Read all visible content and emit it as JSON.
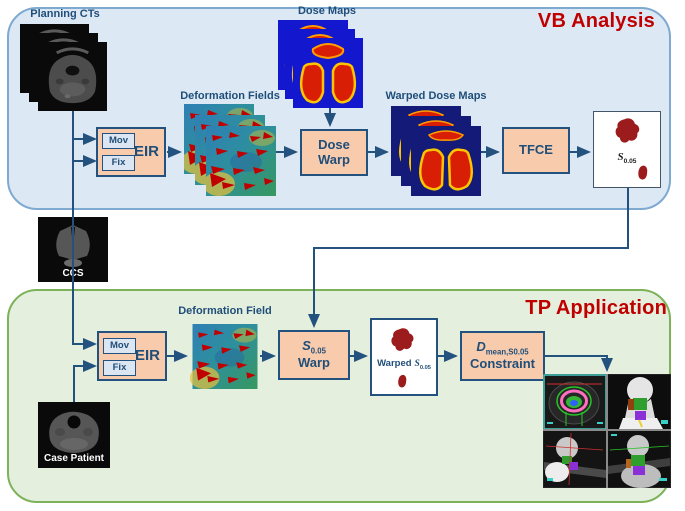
{
  "colors": {
    "title_red": "#C00000",
    "label_blue": "#1F4E79",
    "process_fill": "#F8CBAD",
    "process_border": "#24527E",
    "vb_bg": "#DCE8F4",
    "vb_border": "#7EA9D0",
    "tp_bg": "#E5EFDD",
    "tp_border": "#7DB25A",
    "arrow": "#24527E",
    "blob_red": "#9C1B1D"
  },
  "vb_analysis": {
    "title": "VB Analysis",
    "planning_cts_label": "Planning CTs",
    "mov": "Mov",
    "fix": "Fix",
    "eir": "EIR",
    "deformation_fields_label": "Deformation Fields",
    "dose_maps_label": "Dose Maps",
    "dose_warp_line1": "Dose",
    "dose_warp_line2": "Warp",
    "warped_dose_maps_label": "Warped Dose Maps",
    "tfce": "TFCE",
    "s_map_base": "S",
    "s_map_sub": "0.05"
  },
  "ccs_label": "CCS",
  "tp_application": {
    "title": "TP Application",
    "mov": "Mov",
    "fix": "Fix",
    "eir": "EIR",
    "deformation_field_label": "Deformation Field",
    "s_warp_base": "S",
    "s_warp_sub": "0.05",
    "s_warp_line2": "Warp",
    "warped_s_prefix": "Warped",
    "warped_s_base": "S",
    "warped_s_sub": "0.05",
    "constraint_base": "D",
    "constraint_sub": "mean,S0.05",
    "constraint_line2": "Constraint",
    "case_patient_label": "Case Patient"
  }
}
